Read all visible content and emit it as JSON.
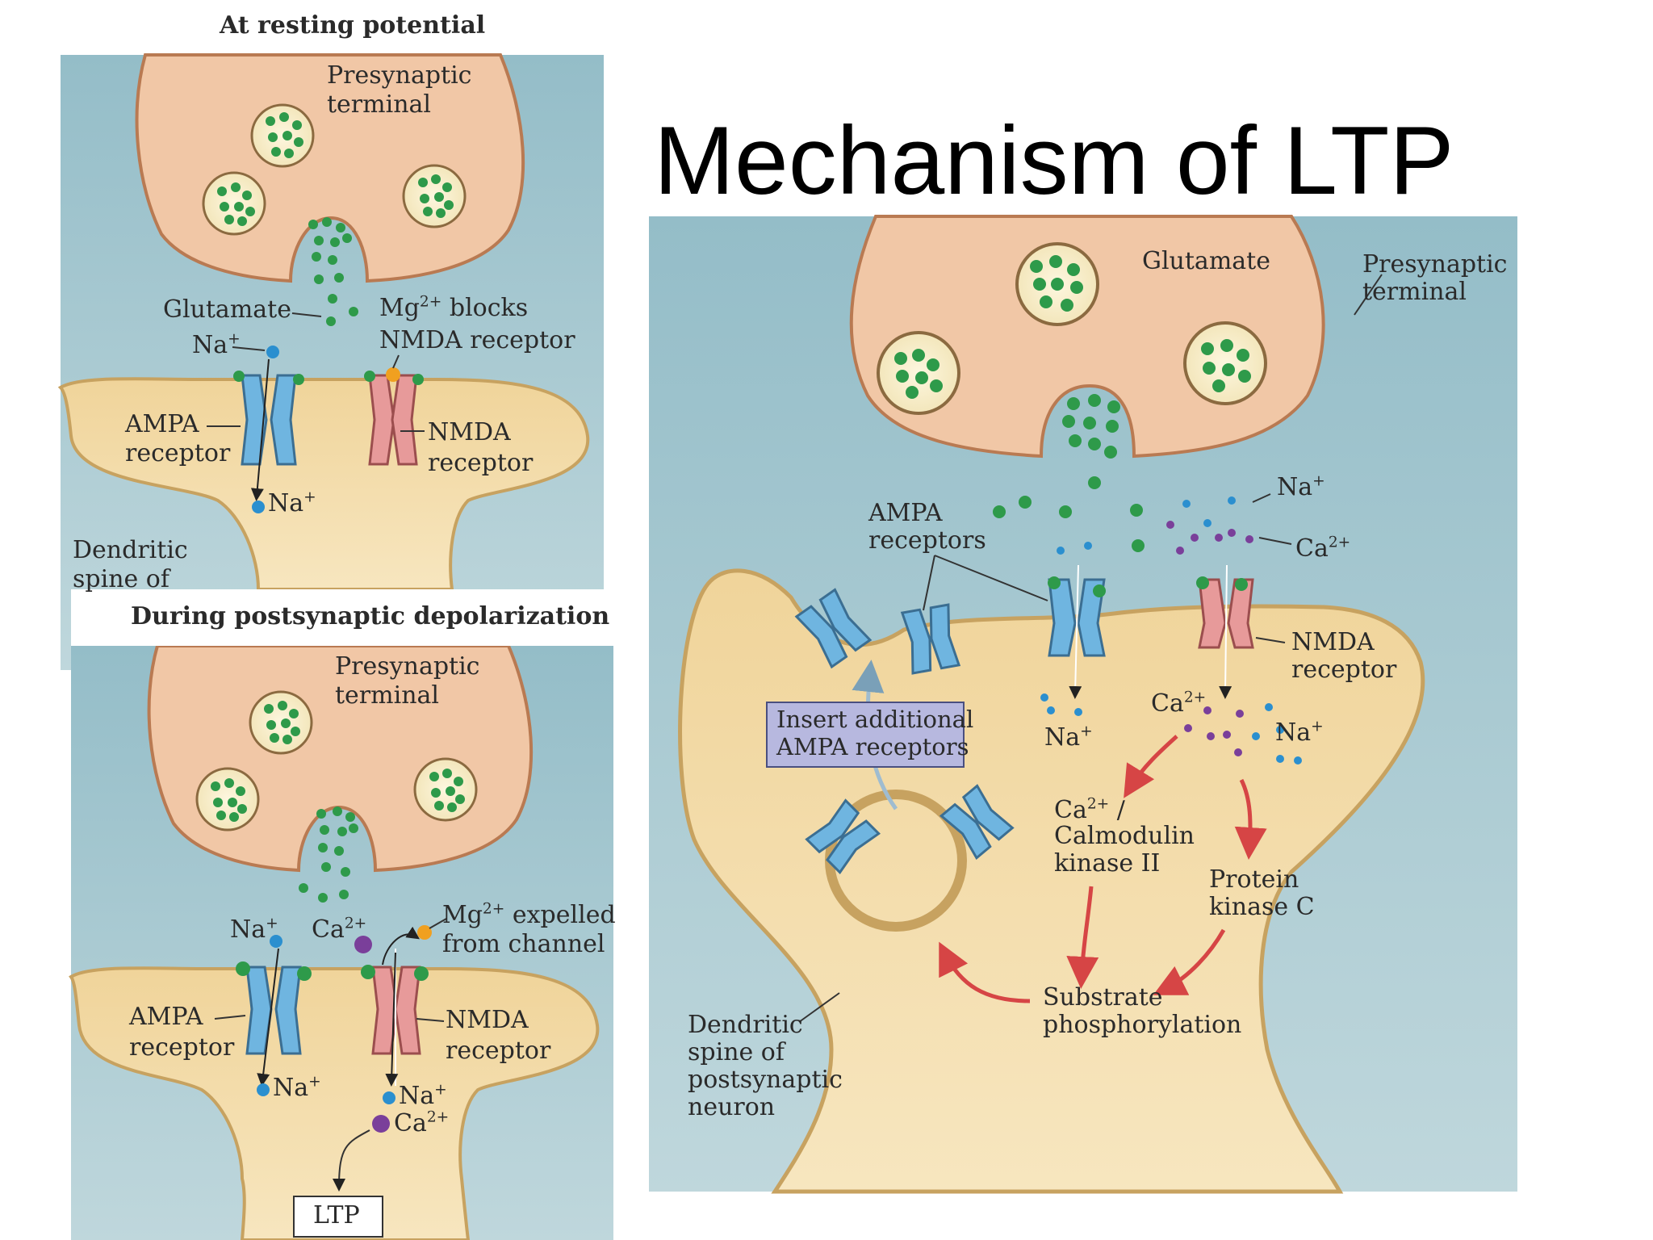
{
  "slide_title": "Mechanism of LTP",
  "panel_a": {
    "title": "At resting potential",
    "presynaptic": "Presynaptic",
    "terminal": "terminal",
    "glutamate": "Glutamate",
    "na_top": "Na",
    "mg_blocks": "Mg",
    "mg_blocks_sup": "2+",
    "mg_blocks_rest": " blocks",
    "nmda_receptor_line": "NMDA receptor",
    "ampa": "AMPA",
    "receptor": "receptor",
    "nmda": "NMDA",
    "nmda_receptor": "receptor",
    "na_bottom": "Na",
    "dendritic": "Dendritic",
    "spine_of": "spine of"
  },
  "panel_b": {
    "title": "During postsynaptic depolarization",
    "presynaptic": "Presynaptic",
    "terminal": "terminal",
    "na_top": "Na",
    "ca_top": "Ca",
    "mg_expelled": "Mg",
    "mg_sup": "2+",
    "mg_expelled_rest": " expelled",
    "from_channel": "from channel",
    "ampa": "AMPA",
    "receptor": "receptor",
    "nmda": "NMDA",
    "nmda_receptor": "receptor",
    "na_bottom": "Na",
    "na_right": "Na",
    "ca_right": "Ca",
    "ltp": "LTP"
  },
  "panel_c": {
    "glutamate": "Glutamate",
    "presynaptic": "Presynaptic",
    "terminal": "terminal",
    "na_top": "Na",
    "ca_top": "Ca",
    "ampa": "AMPA",
    "receptors": "receptors",
    "nmda": "NMDA",
    "nmda_receptor": "receptor",
    "na_left": "Na",
    "ca_mid": "Ca",
    "na_mid": "Na",
    "insert_1": "Insert additional",
    "insert_2": "AMPA receptors",
    "ca_cam_1": "Ca",
    "ca_cam_1b": " /",
    "ca_cam_2": "Calmodulin",
    "ca_cam_3": "kinase II",
    "pkc_1": "Protein",
    "pkc_2": "kinase C",
    "substrate_1": "Substrate",
    "substrate_2": "phosphorylation",
    "dend_1": "Dendritic",
    "dend_2": "spine of",
    "dend_3": "postsynaptic",
    "dend_4": "neuron"
  },
  "superscripts": {
    "plus": "+",
    "two_plus": "2+"
  },
  "colors": {
    "extracellular_bg": "#9dc3cc",
    "presynaptic_fill": "#f1c7a6",
    "postsynaptic_fill": "#f3ddaa",
    "glutamate_green": "#2e9a4a",
    "ampa_blue": "#6fb5e0",
    "nmda_pink": "#e79a9a",
    "mg_orange": "#f0a020",
    "calcium_purple": "#7a3f9a",
    "sodium_blue": "#2b8fcf",
    "arrow_red": "#d64545"
  }
}
